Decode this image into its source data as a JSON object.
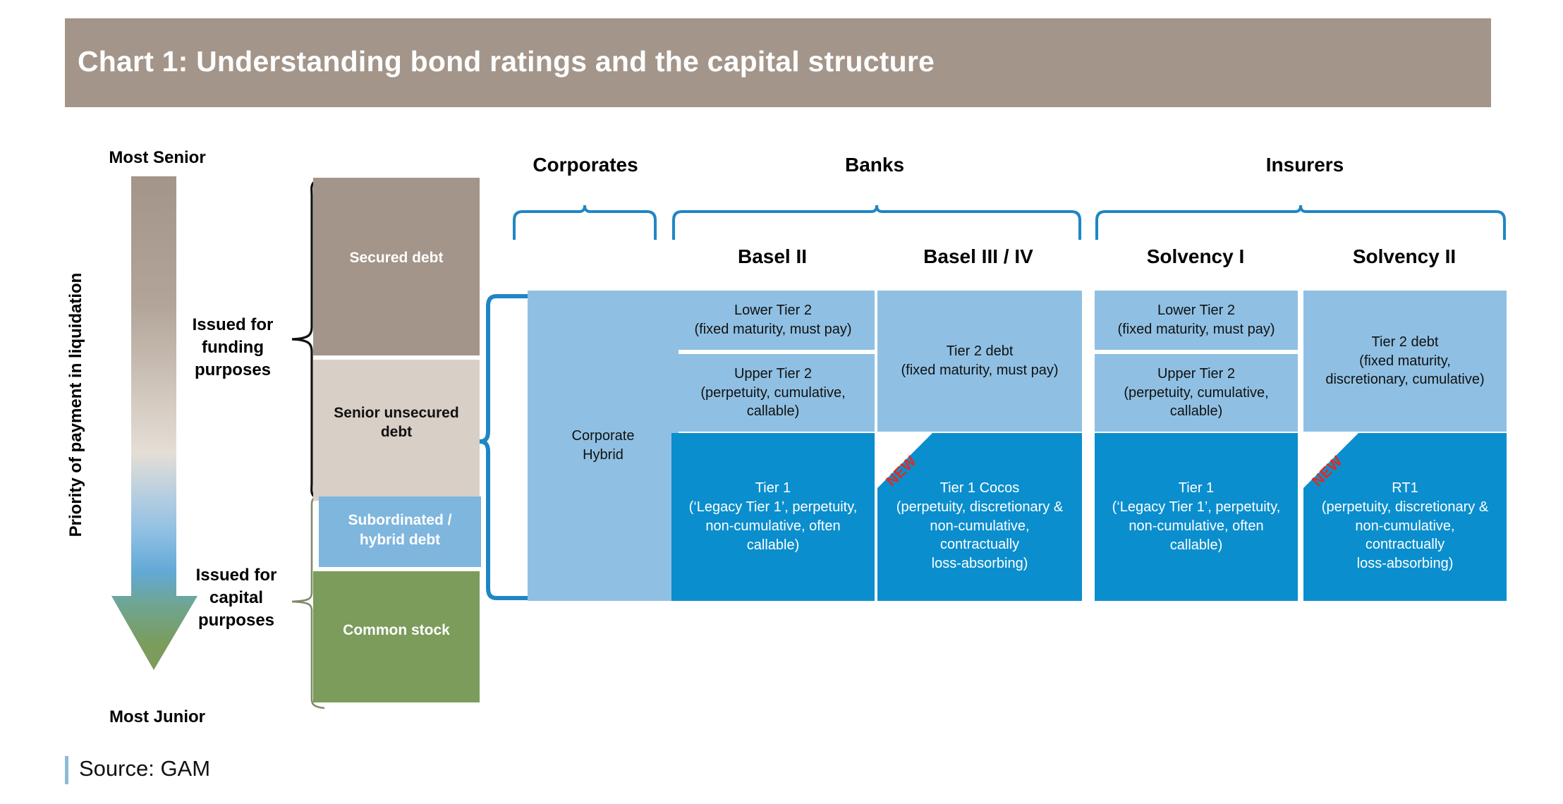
{
  "header": {
    "title": "Chart 1: Understanding bond ratings and the capital structure",
    "band_color": "#a3958a"
  },
  "axis": {
    "rotated_label": "Priority of payment in liquidation",
    "top_label": "Most Senior",
    "bottom_label": "Most Junior",
    "gradient_stops": [
      "#a3958a",
      "#d8cfc7",
      "#e4ded5",
      "#8fc0e3",
      "#5aa7d8",
      "#7b9c5b"
    ]
  },
  "brackets": {
    "funding": "Issued for\nfunding\npurposes",
    "funding_lines": [
      "Issued for",
      "funding",
      "purposes"
    ],
    "capital_lines": [
      "Issued for",
      "capital",
      "purposes"
    ]
  },
  "ladder": [
    {
      "label": "Secured debt",
      "color": "#a3958a",
      "text_color": "#ffffff"
    },
    {
      "label": "Senior unsecured\ndebt",
      "color": "#d8cfc7",
      "text_color": "#111111"
    },
    {
      "label": "Subordinated /\nhybrid debt",
      "color": "#7eb6de",
      "text_color": "#ffffff"
    },
    {
      "label": "Common stock",
      "color": "#7b9c5b",
      "text_color": "#ffffff"
    }
  ],
  "ladder_labels": {
    "secured": "Secured debt",
    "senior_l1": "Senior unsecured",
    "senior_l2": "debt",
    "sub_l1": "Subordinated /",
    "sub_l2": "hybrid debt",
    "common": "Common stock"
  },
  "groups": [
    {
      "name": "Corporates",
      "subcolumns": []
    },
    {
      "name": "Banks",
      "subcolumns": [
        "Basel II",
        "Basel III / IV"
      ]
    },
    {
      "name": "Insurers",
      "subcolumns": [
        "Solvency I",
        "Solvency II"
      ]
    }
  ],
  "group_titles": {
    "corporates": "Corporates",
    "banks": "Banks",
    "insurers": "Insurers"
  },
  "sub_titles": {
    "basel2": "Basel II",
    "basel34": "Basel III / IV",
    "solv1": "Solvency I",
    "solv2": "Solvency II"
  },
  "cells": {
    "corporate_hybrid": {
      "l1": "Corporate",
      "l2": "Hybrid"
    },
    "basel2_lower_t2": {
      "l1": "Lower Tier 2",
      "l2": "(fixed maturity, must pay)"
    },
    "basel2_upper_t2": {
      "l1": "Upper Tier 2",
      "l2": "(perpetuity, cumulative,",
      "l3": "callable)"
    },
    "basel2_tier1": {
      "l1": "Tier 1",
      "l2": "(‘Legacy Tier 1’, perpetuity,",
      "l3": "non-cumulative, often",
      "l4": "callable)"
    },
    "basel34_tier2": {
      "l1": "Tier 2 debt",
      "l2": "(fixed maturity, must pay)"
    },
    "basel34_cocos": {
      "l1": "Tier 1 Cocos",
      "l2": "(perpetuity, discretionary &",
      "l3": "non-cumulative,",
      "l4": "contractually",
      "l5": "loss-absorbing)"
    },
    "solv1_lower_t2": {
      "l1": "Lower Tier 2",
      "l2": "(fixed maturity, must pay)"
    },
    "solv1_upper_t2": {
      "l1": "Upper Tier 2",
      "l2": "(perpetuity, cumulative,",
      "l3": "callable)"
    },
    "solv1_tier1": {
      "l1": "Tier 1",
      "l2": "(‘Legacy Tier 1’, perpetuity,",
      "l3": "non-cumulative, often",
      "l4": "callable)"
    },
    "solv2_tier2": {
      "l1": "Tier 2 debt",
      "l2": "(fixed maturity,",
      "l3": "discretionary, cumulative)"
    },
    "solv2_rt1": {
      "l1": "RT1",
      "l2": "(perpetuity, discretionary &",
      "l3": "non-cumulative,",
      "l4": "contractually",
      "l5": "loss-absorbing)"
    }
  },
  "badges": {
    "new": "NEW",
    "new_color": "#e02b20"
  },
  "palette": {
    "light_blue": "#8fc0e3",
    "dark_blue": "#0b8ecd",
    "brace_blue": "#1f86c4",
    "taupe": "#a3958a",
    "beige": "#d8cfc7",
    "green": "#7b9c5b"
  },
  "footer": {
    "source": "Source: GAM"
  }
}
